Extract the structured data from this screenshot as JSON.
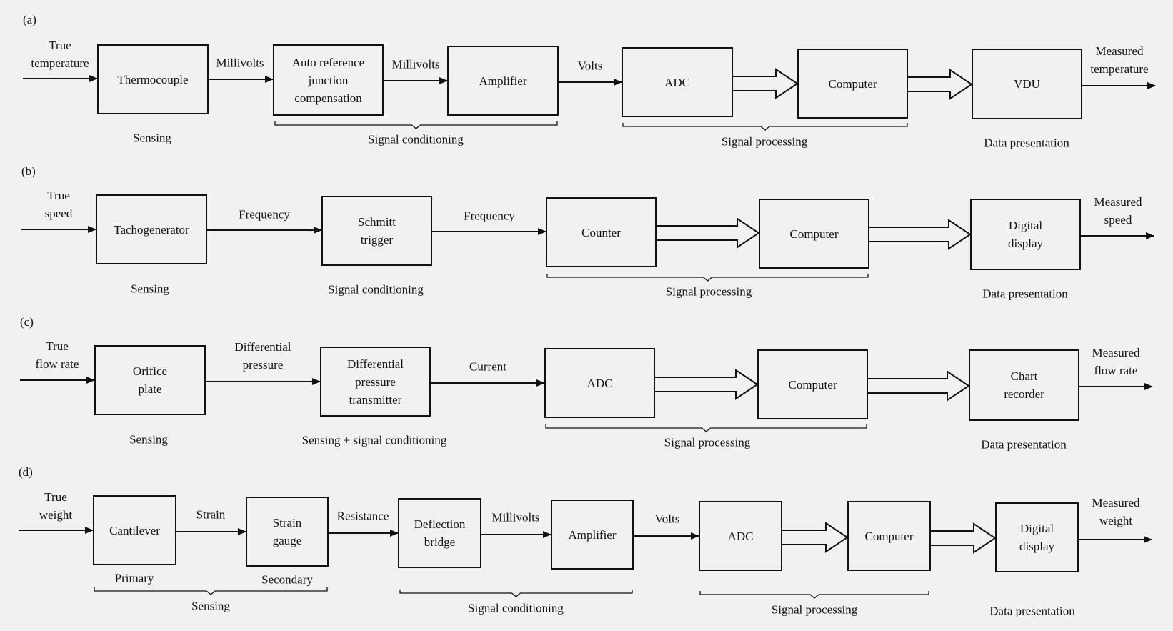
{
  "rows": [
    {
      "label": "(a)",
      "input": "True\ntemperature",
      "output": "Measured\ntemperature",
      "blocks": [
        "Thermocouple",
        "Auto reference\njunction\ncompensation",
        "Amplifier",
        "ADC",
        "Computer",
        "VDU"
      ],
      "signals": [
        "Millivolts",
        "Millivolts",
        "Volts"
      ],
      "groups": [
        "Sensing",
        "Signal conditioning",
        "Signal processing",
        "Data presentation"
      ]
    },
    {
      "label": "(b)",
      "input": "True\nspeed",
      "output": "Measured\nspeed",
      "blocks": [
        "Tachogenerator",
        "Schmitt\ntrigger",
        "Counter",
        "Computer",
        "Digital\ndisplay"
      ],
      "signals": [
        "Frequency",
        "Frequency"
      ],
      "groups": [
        "Sensing",
        "Signal conditioning",
        "Signal processing",
        "Data presentation"
      ]
    },
    {
      "label": "(c)",
      "input": "True\nflow rate",
      "output": "Measured\nflow rate",
      "blocks": [
        "Orifice\nplate",
        "Differential\npressure\ntransmitter",
        "ADC",
        "Computer",
        "Chart\nrecorder"
      ],
      "signals": [
        "Differential\npressure",
        "Current"
      ],
      "groups": [
        "Sensing",
        "Sensing + signal conditioning",
        "Signal processing",
        "Data presentation"
      ]
    },
    {
      "label": "(d)",
      "input": "True\nweight",
      "output": "Measured\nweight",
      "blocks": [
        "Cantilever",
        "Strain\ngauge",
        "Deflection\nbridge",
        "Amplifier",
        "ADC",
        "Computer",
        "Digital\ndisplay"
      ],
      "signals": [
        "Strain",
        "Resistance",
        "Millivolts",
        "Volts"
      ],
      "sublabels": [
        "Primary",
        "Secondary"
      ],
      "groups": [
        "Sensing",
        "Signal conditioning",
        "Signal processing",
        "Data presentation"
      ]
    }
  ]
}
